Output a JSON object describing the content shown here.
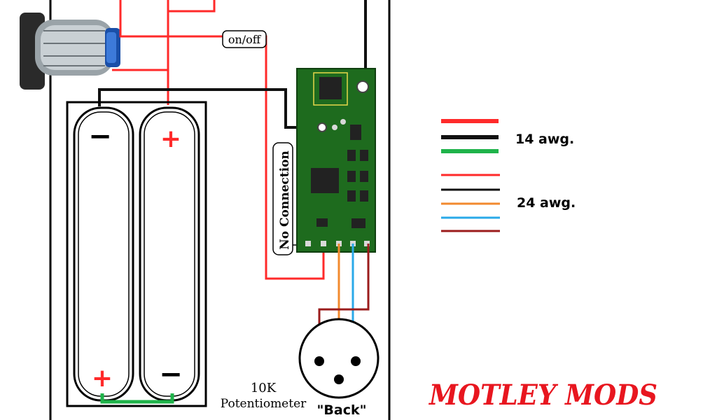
{
  "switch_label": "on/off",
  "no_connection_label": "No Connection",
  "pot_label_line1": "10K",
  "pot_label_line2": "Potentiometer",
  "back_label": "\"Back\"",
  "battery_left_top": "−",
  "battery_left_bottom": "+",
  "battery_right_top": "+",
  "battery_right_bottom": "−",
  "legend": {
    "group1_label": "14 awg.",
    "group2_label": "24 awg.",
    "group1_colors": [
      "#ff2a2a",
      "#111111",
      "#1fb34a"
    ],
    "group2_colors": [
      "#ff2a2a",
      "#111111",
      "#f28a2e",
      "#2aa9e8",
      "#9b1c1c"
    ]
  },
  "brand": "MOTLEY MODS",
  "colors": {
    "red_wire": "#ff2a2a",
    "black_wire": "#111111",
    "green_wire": "#1fb34a",
    "orange_wire": "#f28a2e",
    "blue_wire": "#2aa9e8",
    "darkred_wire": "#9b1c1c",
    "pcb_green": "#1e6b1e",
    "brand_red": "#e8161f"
  }
}
